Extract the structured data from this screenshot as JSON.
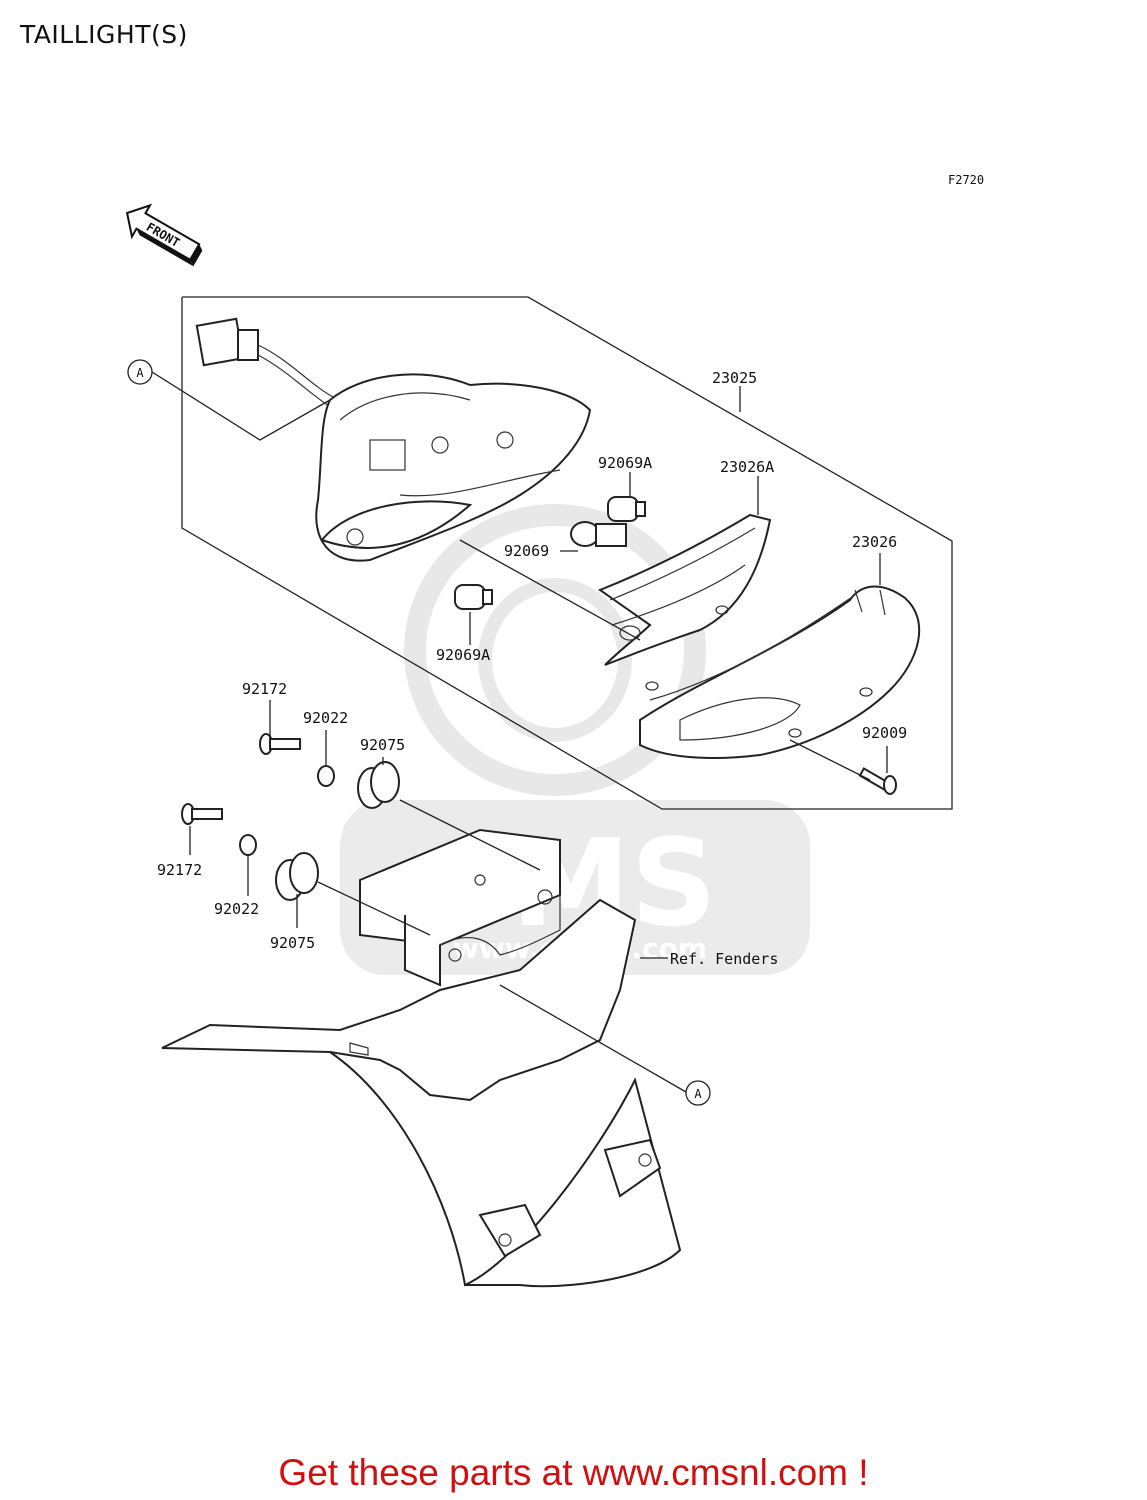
{
  "title": "TAILLIGHT(S)",
  "figure_code": "F2720",
  "front_label": "FRONT",
  "ref_marker": "A",
  "ref_fenders": "Ref. Fenders",
  "watermark_text": "CMS",
  "watermark_url": "www.cmsnl.com",
  "parts": {
    "p23025": "23025",
    "p92069a_top": "92069A",
    "p23026a": "23026A",
    "p92069": "92069",
    "p23026": "23026",
    "p92069a_bottom": "92069A",
    "p92172_top": "92172",
    "p92022_top": "92022",
    "p92075_top": "92075",
    "p92009": "92009",
    "p92172_bottom": "92172",
    "p92022_bottom": "92022",
    "p92075_bottom": "92075"
  },
  "footer": "Get these parts at www.cmsnl.com !",
  "colors": {
    "footer": "#d01010",
    "watermark": "#e4e4e4",
    "lines": "#222222"
  }
}
